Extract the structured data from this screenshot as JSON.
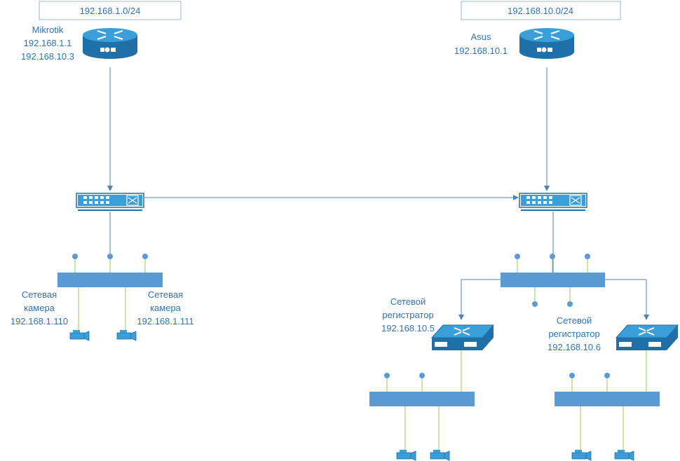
{
  "subnets": {
    "left": "192.168.1.0/24",
    "right": "192.168.10.0/24"
  },
  "routers": {
    "mikrotik": {
      "name": "Mikrotik",
      "ip1": "192.168.1.1",
      "ip2": "192.168.10.3"
    },
    "asus": {
      "name": "Asus",
      "ip": "192.168.10.1"
    }
  },
  "cameras": {
    "cam1": {
      "line1": "Сетевая",
      "line2": "камера",
      "ip": "192.168.1.110"
    },
    "cam2": {
      "line1": "Сетевая",
      "line2": "камера",
      "ip": "192.168.1.111"
    }
  },
  "nvrs": {
    "nvr1": {
      "line1": "Сетевой",
      "line2": "регистратор",
      "ip": "192.168.10.5"
    },
    "nvr2": {
      "line1": "Сетевой",
      "line2": "регистратор",
      "ip": "192.168.10.6"
    }
  },
  "colors": {
    "device_blue": "#3a9fd8",
    "device_dark": "#1f6fa8",
    "label_blue": "#2e74b5",
    "bus_blue": "#5b9bd5",
    "wire_green": "#92d050",
    "link_blue": "#4f81bd"
  },
  "icons": [
    "router-icon",
    "switch-icon",
    "camera-icon",
    "nvr-icon",
    "hub-bus"
  ]
}
